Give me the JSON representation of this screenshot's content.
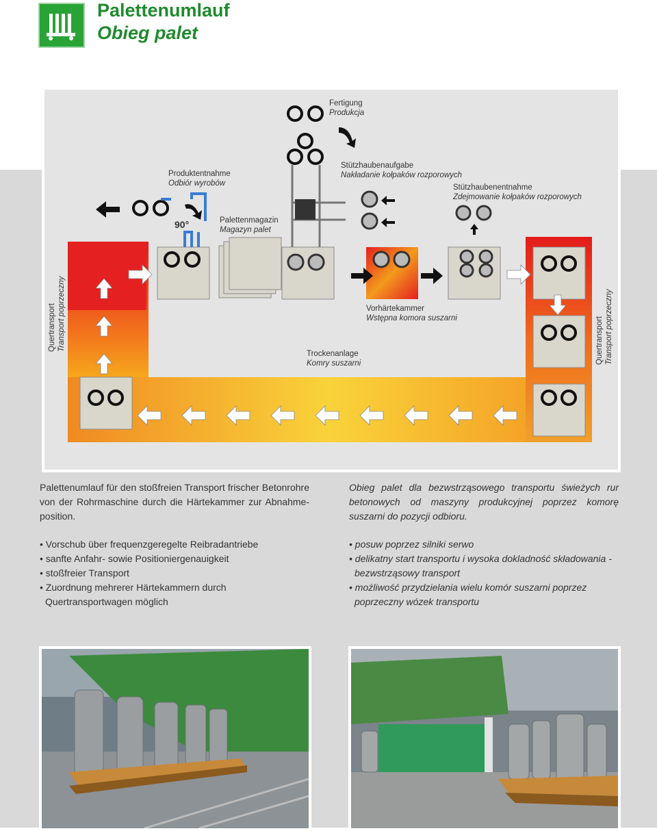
{
  "header": {
    "title_de": "Palettenumlauf",
    "title_pl": "Obieg palet",
    "logo_icon": "pallet-rack-icon"
  },
  "diagram": {
    "labels": {
      "fertigung_de": "Fertigung",
      "fertigung_pl": "Produkcja",
      "stuetz_aufgabe_de": "Stützhaubenaufgabe",
      "stuetz_aufgabe_pl": "Nakładanie kołpaków rozporowych",
      "stuetz_entnahme_de": "Stützhaubenentnahme",
      "stuetz_entnahme_pl": "Zdejmowanie kołpaków rozporowych",
      "produkt_de": "Produktentnahme",
      "produkt_pl": "Odbiór wyrobów",
      "magazin_de": "Palettenmagazin",
      "magazin_pl": "Magazyn palet",
      "vorhaerte_de": "Vorhärtekammer",
      "vorhaerte_pl": "Wstępna komora suszarni",
      "trocken_de": "Trockenanlage",
      "trocken_pl": "Komry suszarni",
      "quer_left_de": "Quertransport",
      "quer_left_pl": "Transport poprzeczny",
      "quer_right_de": "Quertransport",
      "quer_right_pl": "Transport poprzeczny",
      "angle": "90°"
    }
  },
  "text": {
    "de_intro": "Palettenumlauf für den stoßfreien Transport frischer Betonrohre von der Rohrmaschine durch die Härtekammer zur Abnahme-position.",
    "pl_intro": "Obieg palet dla bezwstrząsowego transportu świeżych rur betonowych od maszyny produkcyjnej poprzez komorę suszarni do pozycji odbioru.",
    "de_list": [
      "• Vorschub über frequenzgeregelte Reibradantriebe",
      "• sanfte Anfahr- sowie Positioniergenauigkeit",
      "• stoßfreier Transport",
      "• Zuordnung mehrerer Härtekammern durch Quertransportwagen möglich"
    ],
    "pl_list": [
      "• posuw poprzez silniki serwo",
      "• delikatny start transportu i wysoka dokladność składowania - bezwstrząsowy transport",
      "• możliwość przydzielania wielu komór suszarni poprzez poprzeczny wózek transportu"
    ]
  },
  "colors": {
    "brand_green": "#1f8a2e",
    "band_grey": "#d9d9d9"
  }
}
